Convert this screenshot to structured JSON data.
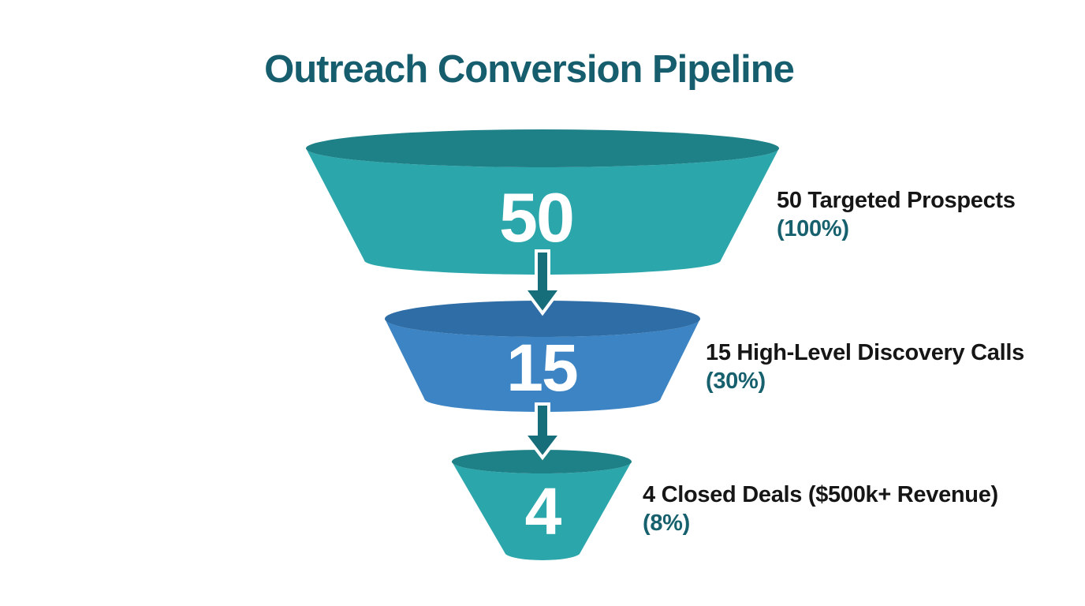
{
  "chart_data": {
    "type": "funnel",
    "title": "Outreach Conversion Pipeline",
    "orientation": "vertical",
    "legend": "none",
    "stages": [
      {
        "value": "50",
        "numeric_value": 50,
        "label": "50 Targeted Prospects",
        "percent_label": "(100%)",
        "percent": 100,
        "body_color": "#2ba7ac",
        "top_color": "#1e8187"
      },
      {
        "value": "15",
        "numeric_value": 15,
        "label": "15 High-Level Discovery Calls",
        "percent_label": "(30%)",
        "percent": 30,
        "body_color": "#3c84c4",
        "top_color": "#2e6da6"
      },
      {
        "value": "4",
        "numeric_value": 4,
        "label": "4 Closed Deals ($500k+ Revenue)",
        "percent_label": "(8%)",
        "percent": 8,
        "body_color": "#2ba7ac",
        "top_color": "#1e8187"
      }
    ],
    "colors": {
      "title_text": "#165d6d",
      "label_text": "#161616",
      "percent_text": "#17606e",
      "value_text": "#ffffff",
      "arrow": "#156e7a",
      "arrow_outline": "#ffffff",
      "background": "#ffffff"
    }
  }
}
